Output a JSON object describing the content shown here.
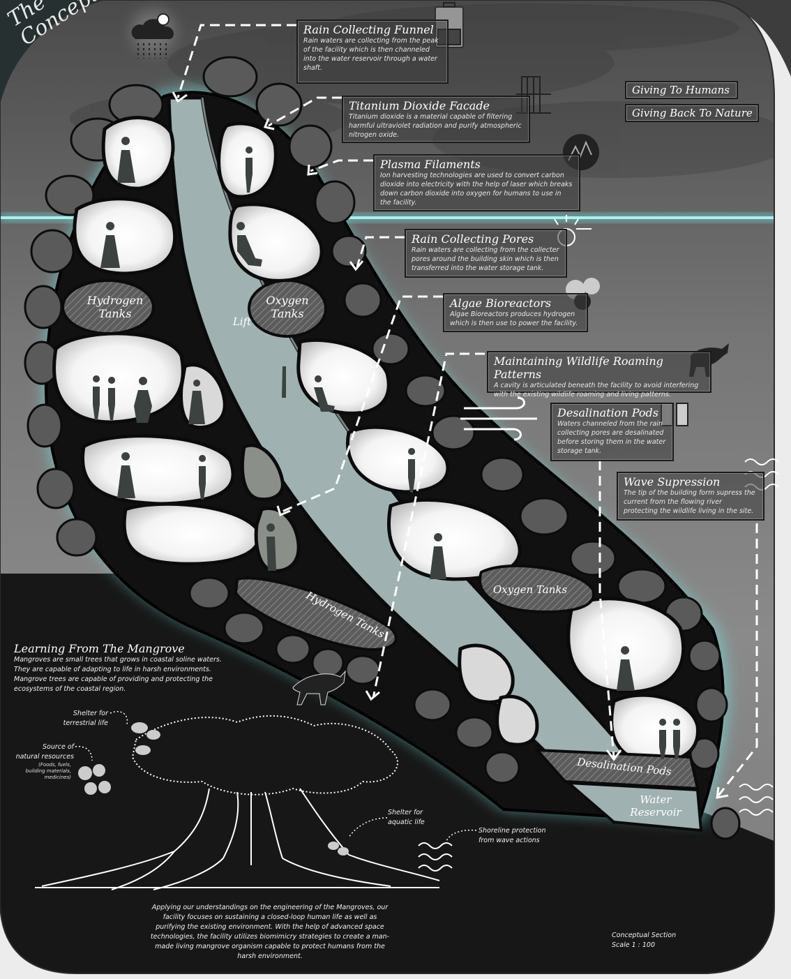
{
  "title_lines": [
    "The",
    "Concept"
  ],
  "legend": {
    "giving_to_humans": "Giving To Humans",
    "giving_back_to_nature": "Giving Back To Nature"
  },
  "callouts": [
    {
      "title": "Rain Collecting Funnel",
      "text": "Rain waters are collecting from the peak of the facility which is then channeled into the water reservoir through a water shaft."
    },
    {
      "title": "Titanium Dioxide Facade",
      "text": "Titanium dioxide is a material capable of filtering harmful ultraviolet radiation and purify atmospheric nitrogen oxide."
    },
    {
      "title": "Plasma Filaments",
      "text": "Ion harvesting technologies are used to convert carbon dioxide into electricity with the help of laser which breaks down carbon dioxide into oxygen for humans to use in the facility."
    },
    {
      "title": "Rain Collecting Pores",
      "text": "Rain waters are collecting from the collecter pores around the building skin which is then transferred into the water storage tank."
    },
    {
      "title": "Algae Bioreactors",
      "text": "Algae Bioreactors produces hydrogen which is then use to power the facility."
    },
    {
      "title": "Maintaining Wildlife Roaming Patterns",
      "text": "A cavity is articulated beneath the facility to avoid interfering with the existing wildlife roaming and living patterns."
    },
    {
      "title": "Desalination Pods",
      "text": "Waters channeled from the rain collecting pores are desalinated before storing them in the water storage tank."
    },
    {
      "title": "Wave Supression",
      "text": "The tip of the building form supress the current from the flowing river protecting the wildlife living in the site."
    }
  ],
  "section_labels": {
    "hydrogen_tanks_top": [
      "Hydrogen",
      "Tanks"
    ],
    "oxygen_tanks_top": [
      "Oxygen",
      "Tanks"
    ],
    "lift": "Lift",
    "hydrogen_tanks_bottom": "Hydrogen Tanks",
    "oxygen_tanks_bottom": "Oxygen Tanks",
    "desalination_pods": "Desalination Pods",
    "water_reservoir": [
      "Water",
      "Reservoir"
    ]
  },
  "mangrove": {
    "title": "Learning From The Mangrove",
    "text": "Mangroves are small trees that grows in coastal soline waters. They are capable of adapting to life in harsh environments. Mangrove trees are capable of providing and protecting the ecosystems of the coastal region.",
    "annotations": {
      "terrestrial": [
        "Shelter for",
        "terrestrial life"
      ],
      "resources": [
        "Source of",
        "natural resources"
      ],
      "resources_detail": [
        "(Foods, fuels,",
        "building materials,",
        "medicines)"
      ],
      "aquatic": [
        "Shelter for",
        "aquatic life"
      ],
      "shoreline": [
        "Shoreline protection",
        "from wave actions"
      ]
    }
  },
  "closing_text": "Applying our understandings on the engineering of the Mangroves, our facility focuses on sustaining a closed-loop human life as well as purifying the existing environment. With the help of advanced space technologies, the facility utilizes biomimicry strategies to create a man-made living mangrove organism capable to protect humans from the harsh environment.",
  "scale": [
    "Conceptual Section",
    "Scale 1 : 100"
  ],
  "colors": {
    "glow": "#74e0dc",
    "shaft": "#9fb1b1",
    "frame": "#0d0d0d",
    "board_dark": "#2a2a2a"
  }
}
